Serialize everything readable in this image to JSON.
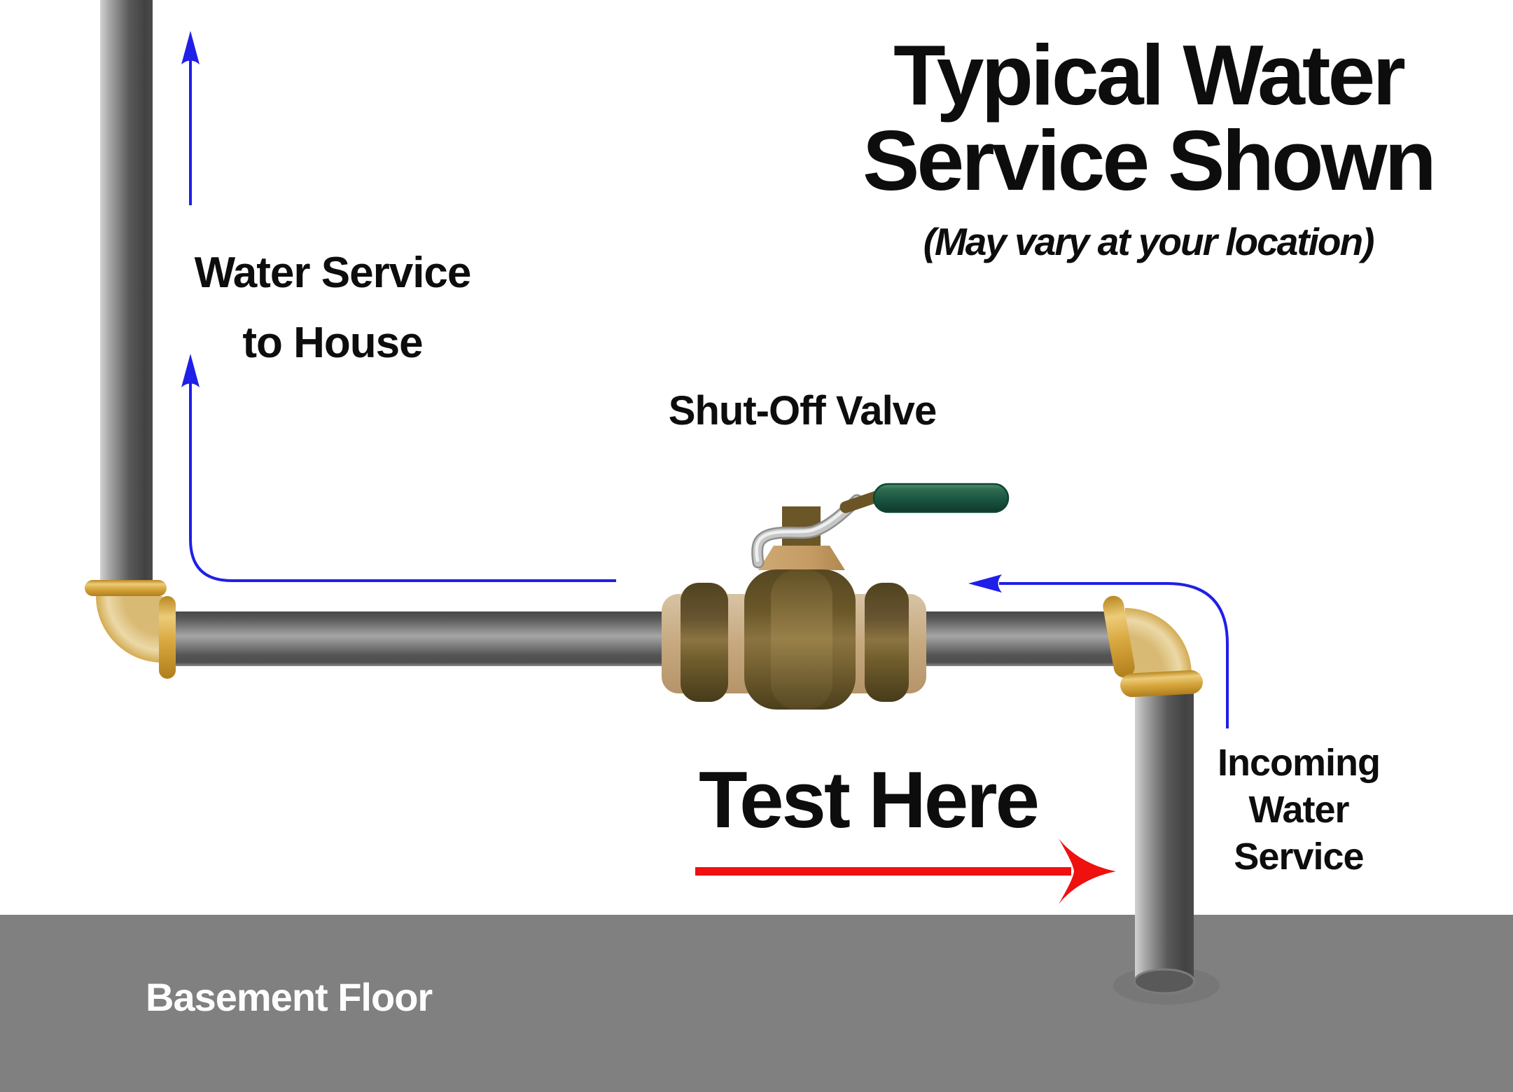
{
  "title": {
    "line1": "Typical Water",
    "line2": "Service Shown",
    "subtitle": "(May vary at your location)"
  },
  "labels": {
    "water_service": {
      "line1": "Water Service",
      "line2": "to House"
    },
    "shut_off_valve": "Shut-Off Valve",
    "test_here": "Test Here",
    "incoming": {
      "line1": "Incoming",
      "line2": "Water",
      "line3": "Service"
    },
    "basement_floor": "Basement Floor"
  },
  "colors": {
    "flow_arrow_blue": "#1f1fe8",
    "test_arrow_red": "#ef1010",
    "pipe_gray": "#5a5a5a",
    "brass_fitting": "#d8a83f",
    "elbow_tan": "#d9ba74",
    "valve_bronze": "#6b5829",
    "valve_tan": "#c7a97f",
    "handle_green": "#1c5844",
    "lever_silver": "#c6c6c6",
    "floor_gray": "#808080",
    "label_black": "#0d0d0d",
    "floor_label_white": "#fdfdfd"
  }
}
